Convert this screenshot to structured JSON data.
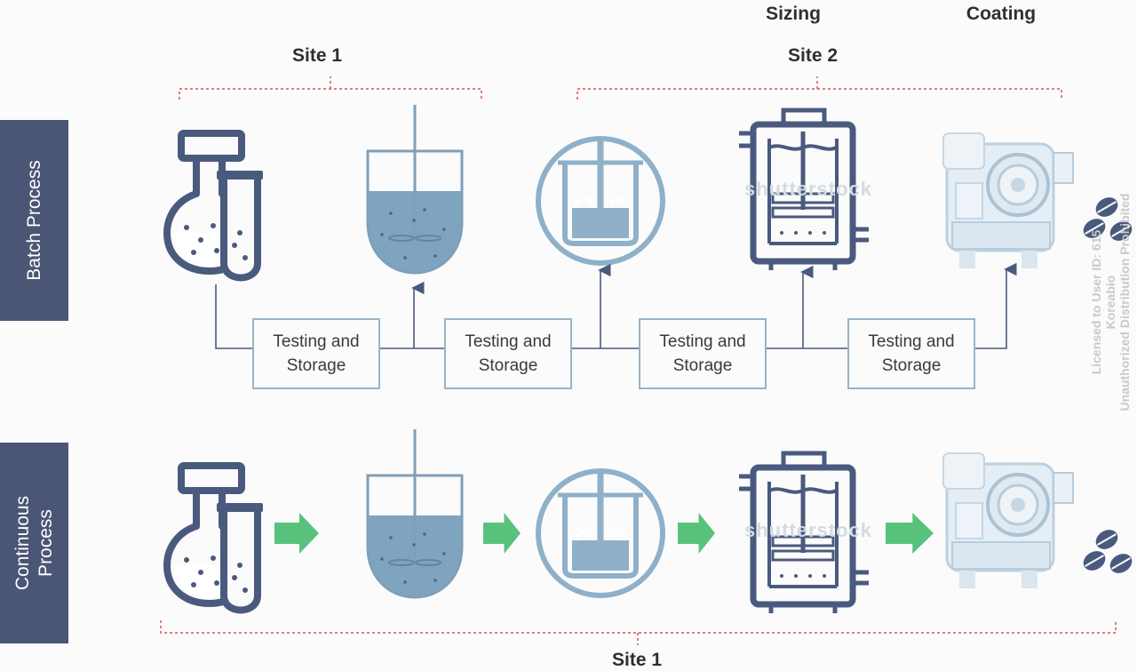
{
  "labels": {
    "sizing": "Sizing",
    "coating": "Coating",
    "site1_top": "Site 1",
    "site2_top": "Site 2",
    "site1_bottom": "Site 1"
  },
  "rows": {
    "batch": "Batch Process",
    "continuous": "Continuous\nProcess"
  },
  "boxes": [
    "Testing and\nStorage",
    "Testing and\nStorage",
    "Testing and\nStorage",
    "Testing and\nStorage"
  ],
  "watermark": {
    "stock_1": "shutterstock",
    "stock_2": "shutterstock",
    "license": "Licensed to User ID: 615\nKoreabio\nUnauthorized Distribution Prohibited"
  },
  "icons": [
    "flask-test-tube-icon",
    "mixing-tank-icon",
    "granulator-icon",
    "sizing-machine-icon",
    "coating-machine-icon",
    "tablets-icon",
    "arrow-right-icon"
  ],
  "colors": {
    "sidebar": "#4b5575",
    "navy_icon": "#4a5a7e",
    "light_blue": "#8fb0c9",
    "fill_blue": "#7fa4c0",
    "green_arrow": "#58c27d",
    "bracket_red": "#d9534f",
    "box_border": "#9bb3c4"
  }
}
